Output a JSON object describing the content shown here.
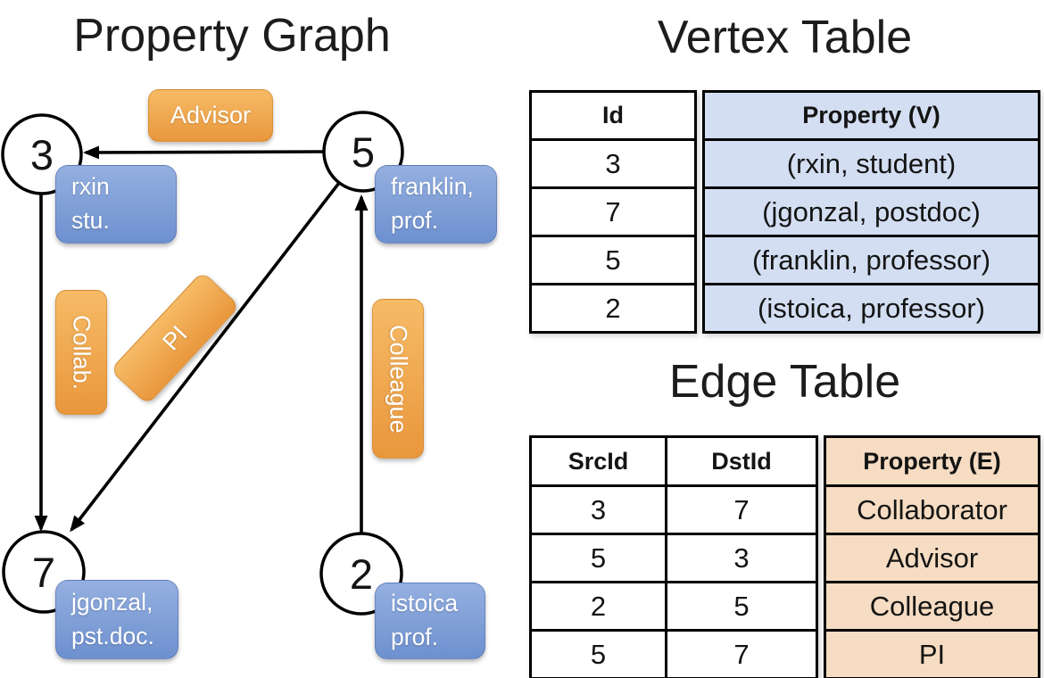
{
  "graph": {
    "title": "Property Graph",
    "vertices": [
      {
        "id": "3",
        "property_lines": [
          "rxin",
          "stu."
        ]
      },
      {
        "id": "5",
        "property_lines": [
          "franklin,",
          "prof."
        ]
      },
      {
        "id": "7",
        "property_lines": [
          "jgonzal,",
          "pst.doc."
        ]
      },
      {
        "id": "2",
        "property_lines": [
          "istoica",
          "prof."
        ]
      }
    ],
    "edges": [
      {
        "src": "5",
        "dst": "3",
        "label": "Advisor"
      },
      {
        "src": "3",
        "dst": "7",
        "label": "Collab."
      },
      {
        "src": "5",
        "dst": "7",
        "label": "PI"
      },
      {
        "src": "2",
        "dst": "5",
        "label": "Colleague"
      }
    ]
  },
  "vertex_table": {
    "title": "Vertex Table",
    "columns": [
      "Id",
      "Property (V)"
    ],
    "rows": [
      [
        "3",
        "(rxin, student)"
      ],
      [
        "7",
        "(jgonzal, postdoc)"
      ],
      [
        "5",
        "(franklin, professor)"
      ],
      [
        "2",
        "(istoica, professor)"
      ]
    ]
  },
  "edge_table": {
    "title": "Edge Table",
    "columns": [
      "SrcId",
      "DstId",
      "Property (E)"
    ],
    "rows": [
      [
        "3",
        "7",
        "Collaborator"
      ],
      [
        "5",
        "3",
        "Advisor"
      ],
      [
        "2",
        "5",
        "Colleague"
      ],
      [
        "5",
        "7",
        "PI"
      ]
    ]
  },
  "colors": {
    "edge_label_top": "#f6bb66",
    "edge_label_bottom": "#e9973d",
    "vertex_label_top": "#95b0e0",
    "vertex_label_bottom": "#6d90cf",
    "vertex_property_fill": "#d3def2",
    "edge_property_fill": "#f5dcc2",
    "line_color": "#000000"
  }
}
